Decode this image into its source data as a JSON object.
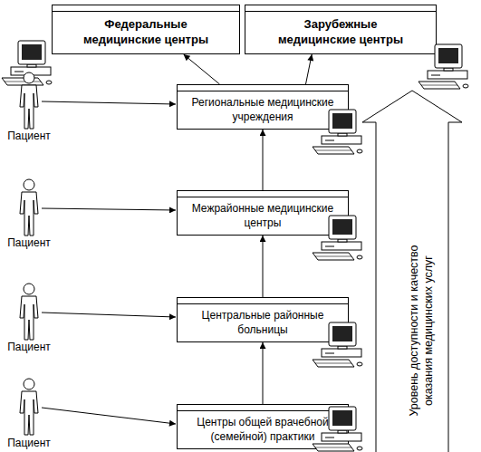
{
  "diagram": {
    "nodes": [
      {
        "text": [
          "Федеральные медицинские центры"
        ]
      },
      {
        "text": [
          "Зарубежные медицинские центры"
        ]
      },
      {
        "text": [
          "Региональные медицинские учреждения"
        ]
      },
      {
        "text": [
          "Межрайонные медицинские центры"
        ]
      },
      {
        "text": [
          "Центральные районные больницы"
        ]
      },
      {
        "text": [
          "Центры общей врачебной (семейной) практики"
        ]
      }
    ],
    "edges": [
      {
        "from": 5,
        "to": 4,
        "arrow": "to"
      },
      {
        "from": 4,
        "to": 3,
        "arrow": "to"
      },
      {
        "from": 3,
        "to": 2,
        "arrow": "to"
      },
      {
        "from": 2,
        "to": 0,
        "arrow": "to"
      },
      {
        "from": 2,
        "to": 1,
        "arrow": "to"
      }
    ],
    "labels": [
      "Пациент",
      "Пациент",
      "Пациент",
      "Пациент",
      "Уровень доступности и качество оказания медицинских услуг"
    ]
  }
}
